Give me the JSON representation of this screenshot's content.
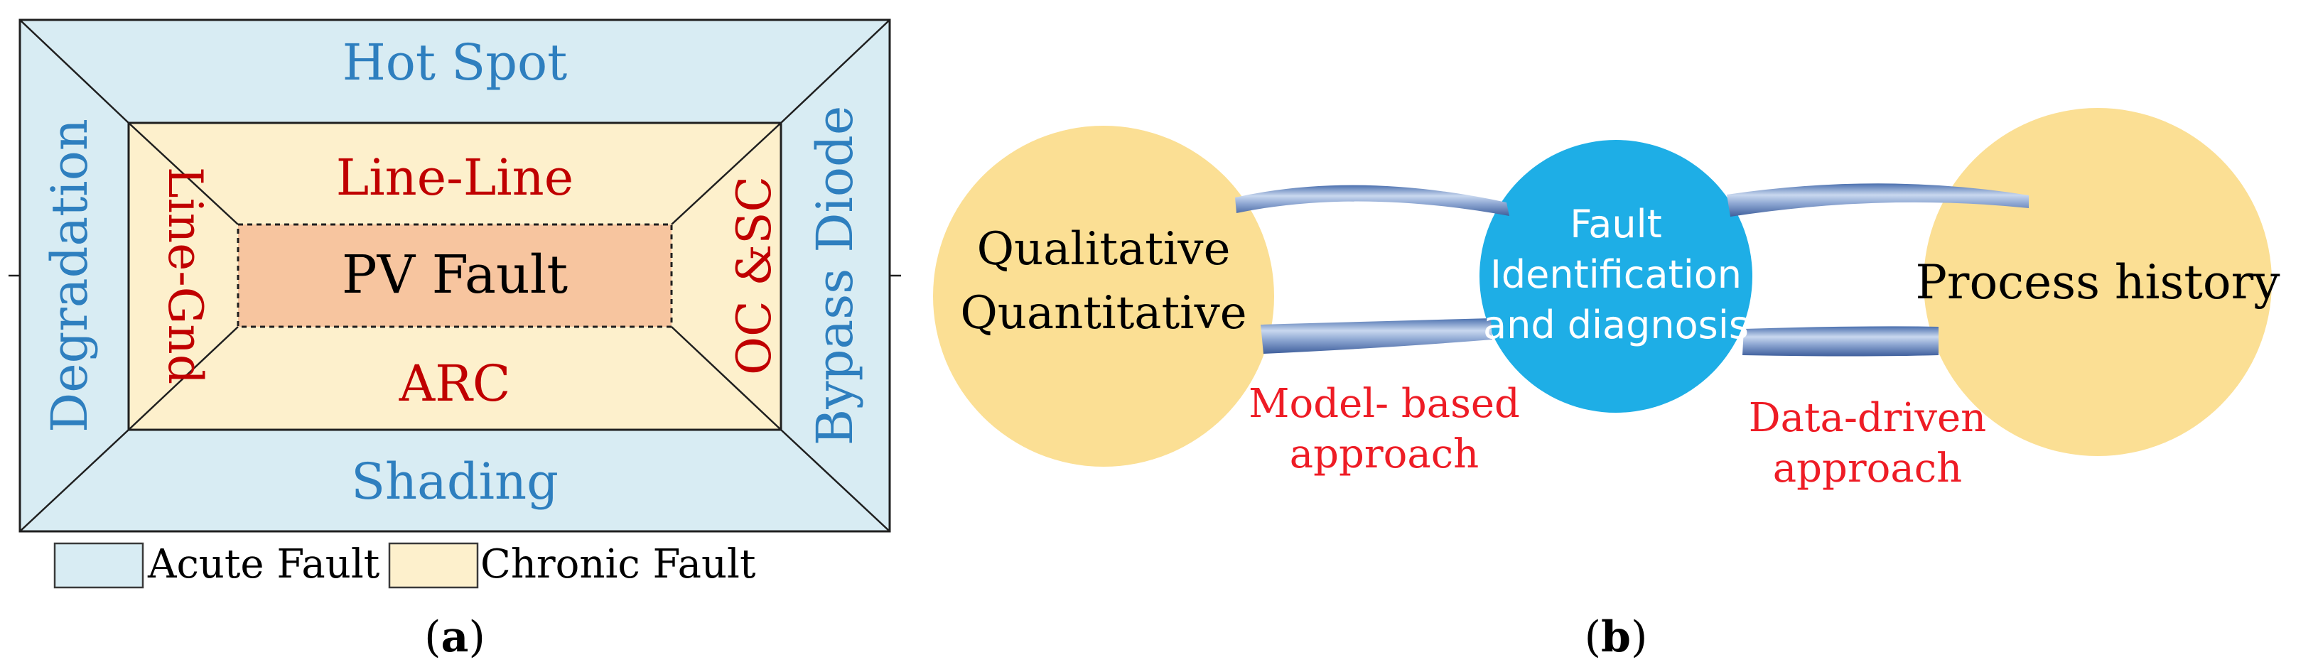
{
  "panel_a": {
    "outer": {
      "top": "Hot Spot",
      "bottom": "Shading",
      "left": "Degradation",
      "right": "Bypass Diode"
    },
    "inner": {
      "top": "Line-Line",
      "bottom": "ARC",
      "left": "Line-Gnd",
      "right": "OC &SC"
    },
    "center": "PV Fault",
    "legend": [
      {
        "label": "Acute Fault",
        "color": "#d8ecf3"
      },
      {
        "label": "Chronic Fault",
        "color": "#fdf0cc"
      }
    ],
    "caption": "(a)",
    "colors": {
      "outer_fill": "#d8ecf3",
      "inner_fill": "#fdf0cc",
      "center_fill": "#f7c59f",
      "outer_text": "#2e7fbf",
      "inner_text": "#c00000",
      "center_text": "#000000"
    }
  },
  "panel_b": {
    "left_circle": {
      "line1": "Qualitative",
      "line2": "Quantitative",
      "color": "#fbdf94"
    },
    "middle_circle": {
      "line1": "Fault",
      "line2": "Identification",
      "line3": "and diagnosis",
      "color": "#1eaee6"
    },
    "right_circle": {
      "line1": "Process history",
      "color": "#fbdf94"
    },
    "left_link_label": {
      "line1": "Model- based",
      "line2": "approach"
    },
    "right_link_label": {
      "line1": "Data-driven",
      "line2": "approach"
    },
    "caption": "(b)",
    "colors": {
      "link_label": "#ee1c25",
      "connector": "#6f8fc2"
    }
  }
}
